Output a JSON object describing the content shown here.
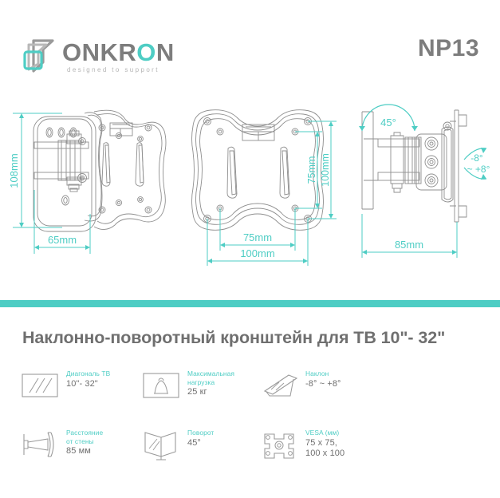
{
  "brand": {
    "name_part1": "ONKR",
    "name_accent": "O",
    "name_part3": "N",
    "tagline": "designed to support",
    "model": "NP13"
  },
  "colors": {
    "accent": "#4ecdc4",
    "text_gray": "#6f6f6f",
    "line_gray": "#9a9a9a"
  },
  "drawings": {
    "front": {
      "name": "side-profile-view",
      "dim_vertical": "108mm",
      "dim_horizontal": "65mm"
    },
    "plate": {
      "name": "vesa-plate-view",
      "dim_vertical_inner": "75mm",
      "dim_vertical_outer": "100mm",
      "dim_horizontal_inner": "75mm",
      "dim_horizontal_outer": "100mm"
    },
    "side": {
      "name": "side-view",
      "swivel_angle": "45°",
      "tilt_angle_line1": "-8°",
      "tilt_angle_line2": "~ +8°",
      "dim_depth": "85mm"
    }
  },
  "title": "Наклонно-поворотный кронштейн для ТВ 10\"- 32\"",
  "features": [
    {
      "icon": "tv-screen-icon",
      "label": "Диагональ ТВ",
      "value": "10\"- 32\""
    },
    {
      "icon": "weight-icon",
      "label": "Максимальная\nнагрузка",
      "label_line1": "Максимальная",
      "label_line2": "нагрузка",
      "value": "25 кг"
    },
    {
      "icon": "tilt-icon",
      "label": "Наклон",
      "value": "-8° ~ +8°"
    },
    {
      "icon": "wall-distance-icon",
      "label_line1": "Расстояние",
      "label_line2": "от стены",
      "value": "85 мм"
    },
    {
      "icon": "swivel-icon",
      "label": "Поворот",
      "value": "45°"
    },
    {
      "icon": "vesa-icon",
      "label": "VESA (мм)",
      "value_line1": "75 x 75,",
      "value_line2": "100 x 100"
    }
  ]
}
